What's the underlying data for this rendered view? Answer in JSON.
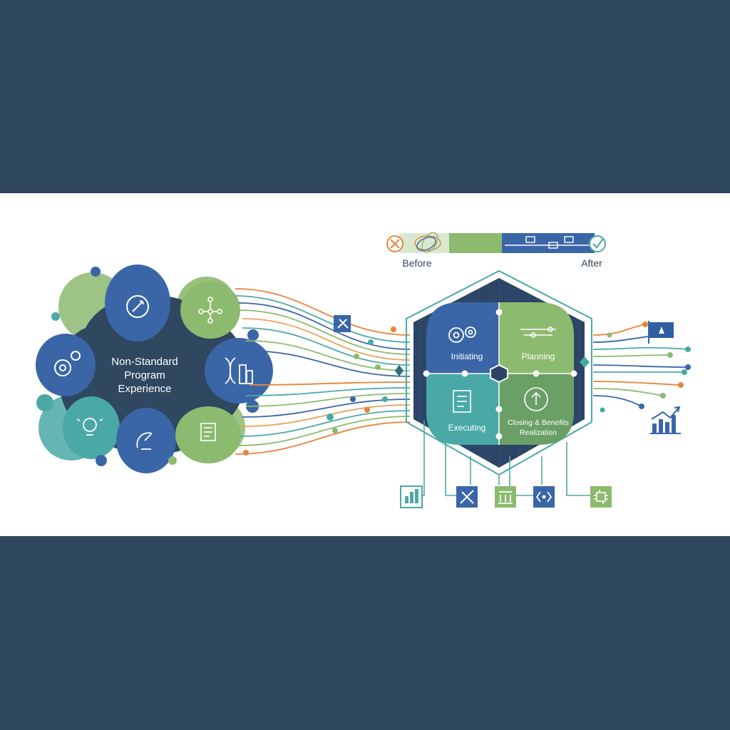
{
  "hub": {
    "title_lines": [
      "Non-Standard",
      "Program",
      "Experience"
    ]
  },
  "comparison": {
    "before_label": "Before",
    "after_label": "After"
  },
  "phases": {
    "initiating": "Initiating",
    "planning": "Planning",
    "executing": "Executing",
    "closing_lines": [
      "Closing & Benefits",
      "Realization"
    ]
  },
  "colors": {
    "navy": "#2f475f",
    "blue": "#3a66a8",
    "green": "#8cba6e",
    "teal": "#4aa9a6",
    "orange": "#e8843a",
    "hex_dark": "#2c4466"
  },
  "icons": {
    "hub_petals": [
      "rocket-icon",
      "network-icon",
      "dna-buildings-icon",
      "document-icon",
      "satellite-dish-icon",
      "lightbulb-icon",
      "gears-icon"
    ],
    "right_side": [
      "flag-icon",
      "bar-chart-up-icon"
    ],
    "bottom_row": [
      "bar-chart-icon",
      "tools-icon",
      "building-icon",
      "code-icon",
      "circuit-icon"
    ]
  }
}
